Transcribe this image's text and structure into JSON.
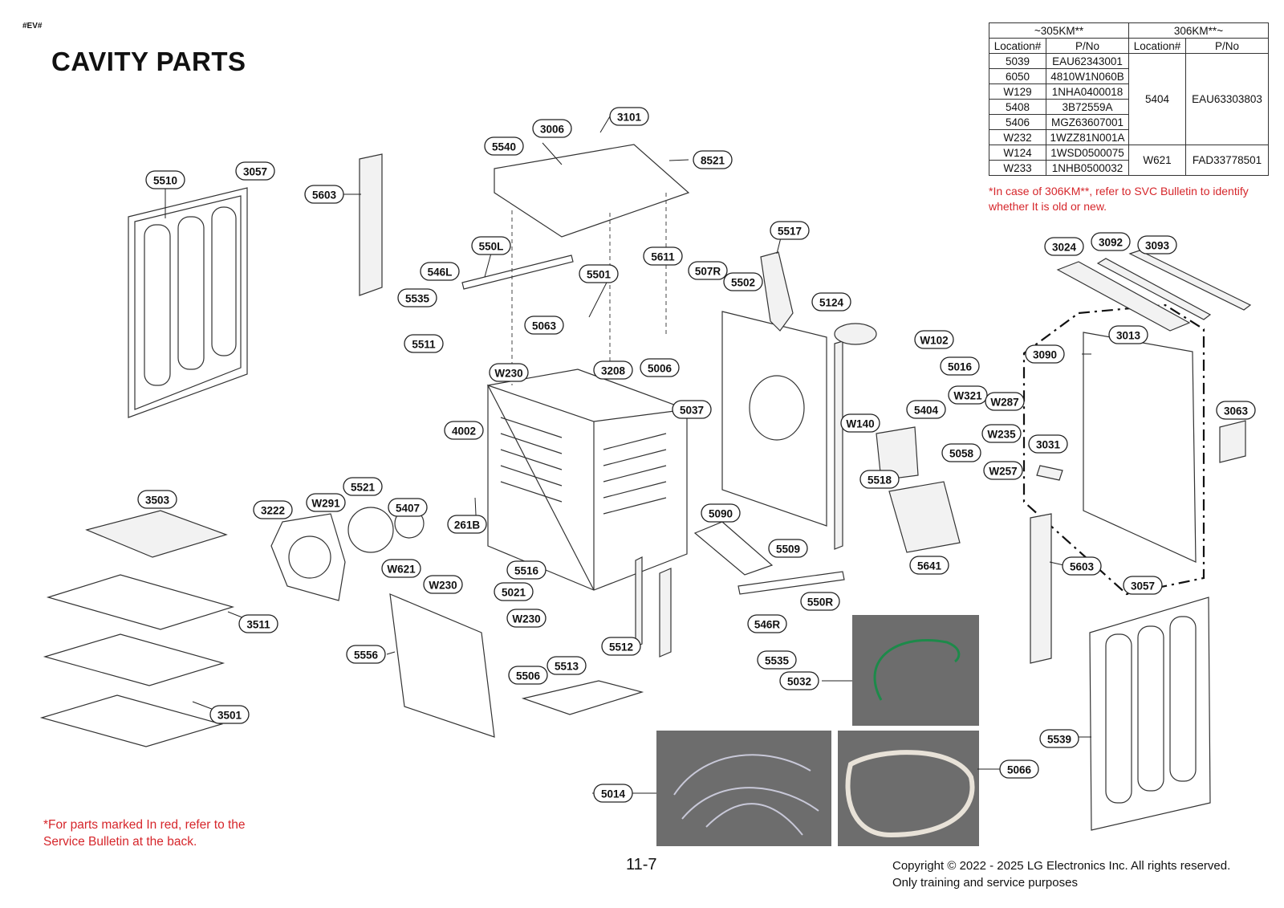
{
  "page_tag": "#EV#",
  "page_title": "CAVITY PARTS",
  "ref_table": {
    "group_headers": [
      "~305KM**",
      "306KM**~"
    ],
    "col_headers": [
      "Location#",
      "P/No",
      "Location#",
      "P/No"
    ],
    "rows": [
      [
        "5039",
        "EAU62343001"
      ],
      [
        "6050",
        "4810W1N060B"
      ],
      [
        "W129",
        "1NHA0400018"
      ],
      [
        "5408",
        "3B72559A"
      ],
      [
        "5406",
        "MGZ63607001"
      ],
      [
        "W232",
        "1WZZ81N001A"
      ],
      [
        "W124",
        "1WSD0500075"
      ],
      [
        "W233",
        "1NHB0500032"
      ]
    ],
    "replacements": [
      {
        "location": "5404",
        "pno": "EAU63303803"
      },
      {
        "location": "W621",
        "pno": "FAD33778501"
      }
    ]
  },
  "table_note": "*In case of 306KM**, refer to SVC Bulletin to identify whether It is old or new.",
  "bottom_note": "*For parts marked In red, refer to the Service Bulletin at the back.",
  "page_number": "11-7",
  "copyright_lines": [
    "Copyright © 2022 - 2025 LG Electronics Inc. All rights reserved.",
    "Only training and service purposes"
  ],
  "callouts": [
    "5510",
    "3057",
    "5603",
    "5540",
    "3006",
    "3101",
    "8521",
    "550L",
    "546L",
    "5535",
    "5501",
    "5611",
    "507R",
    "5502",
    "5517",
    "5124",
    "5511",
    "5063",
    "W230",
    "3208",
    "5006",
    "5037",
    "W102",
    "5016",
    "4002",
    "5404",
    "W321",
    "W287",
    "W140",
    "W235",
    "5058",
    "5518",
    "W257",
    "3024",
    "3092",
    "3093",
    "3013",
    "3090",
    "3063",
    "3031",
    "5603",
    "3503",
    "3222",
    "W291",
    "5521",
    "5407",
    "261B",
    "5090",
    "W621",
    "5516",
    "5509",
    "5641",
    "W230",
    "5021",
    "W230",
    "5512",
    "550R",
    "546R",
    "5535",
    "5556",
    "5513",
    "5506",
    "5032",
    "3511",
    "3501",
    "3057",
    "5539",
    "5014",
    "5066"
  ]
}
